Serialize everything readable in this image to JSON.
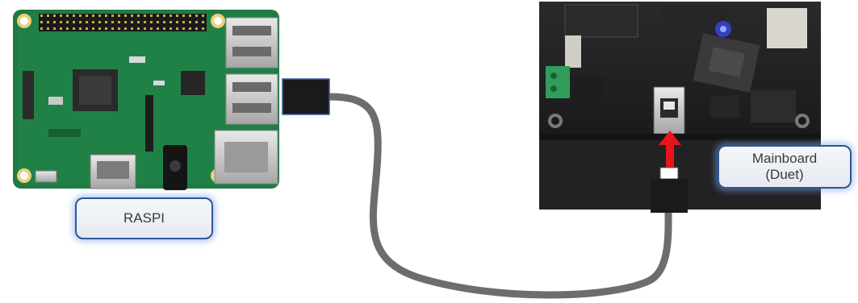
{
  "labels": {
    "raspi": "RASPI",
    "mainboard_line1": "Mainboard",
    "mainboard_line2": "(Duet)"
  },
  "colors": {
    "label_border": "#2f5597",
    "label_glow": "#8fb3ea",
    "cable": "#6d6d6d",
    "connector": "#1a1a1a",
    "arrow": "#e8141b",
    "pcb_green": "#1f7a44",
    "pcb_black": "#1b1b1d"
  },
  "icons": [
    "raspberry-pi-board-image",
    "duet-mainboard-image",
    "usb-cable",
    "usb-connector",
    "insert-arrow-icon"
  ]
}
